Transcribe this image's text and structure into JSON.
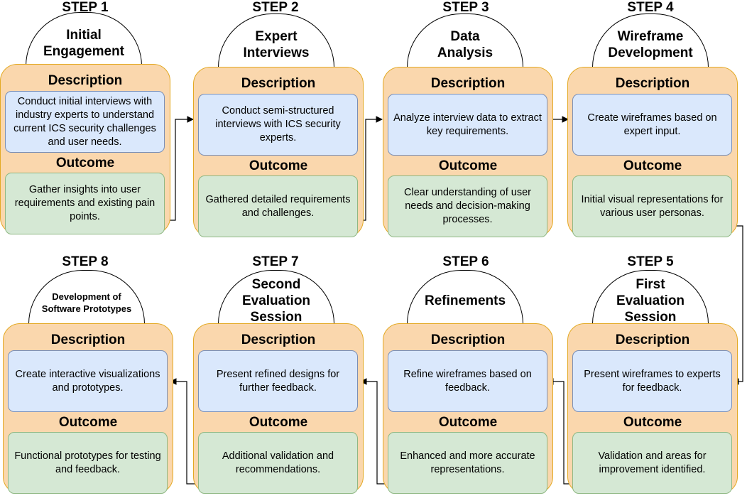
{
  "labels": {
    "description": "Description",
    "outcome": "Outcome"
  },
  "steps": [
    {
      "label": "STEP 1",
      "title": "Initial\nEngagement",
      "description": "Conduct initial interviews with industry experts to understand current ICS security challenges and user needs.",
      "outcome": "Gather insights into user requirements and existing pain points."
    },
    {
      "label": "STEP 2",
      "title": "Expert\nInterviews",
      "description": "Conduct semi-structured interviews with ICS security experts.",
      "outcome": "Gathered detailed requirements and challenges."
    },
    {
      "label": "STEP 3",
      "title": "Data\nAnalysis",
      "description": "Analyze interview data to extract key requirements.",
      "outcome": "Clear understanding of user needs and decision-making processes."
    },
    {
      "label": "STEP 4",
      "title": "Wireframe\nDevelopment",
      "description": "Create wireframes based on expert input.",
      "outcome": "Initial visual representations for various user personas."
    },
    {
      "label": "STEP 5",
      "title": "First\nEvaluation\nSession",
      "description": "Present wireframes to experts for feedback.",
      "outcome": "Validation and areas for improvement identified."
    },
    {
      "label": "STEP 6",
      "title": "Refinements",
      "description": "Refine wireframes based on feedback.",
      "outcome": "Enhanced and more accurate representations."
    },
    {
      "label": "STEP 7",
      "title": "Second\nEvaluation\nSession",
      "description": "Present refined designs for further feedback.",
      "outcome": "Additional validation and recommendations."
    },
    {
      "label": "STEP 8",
      "title": "Development of\nSoftware Prototypes",
      "description": "Create interactive visualizations and prototypes.",
      "outcome": "Functional prototypes for testing and feedback."
    }
  ]
}
